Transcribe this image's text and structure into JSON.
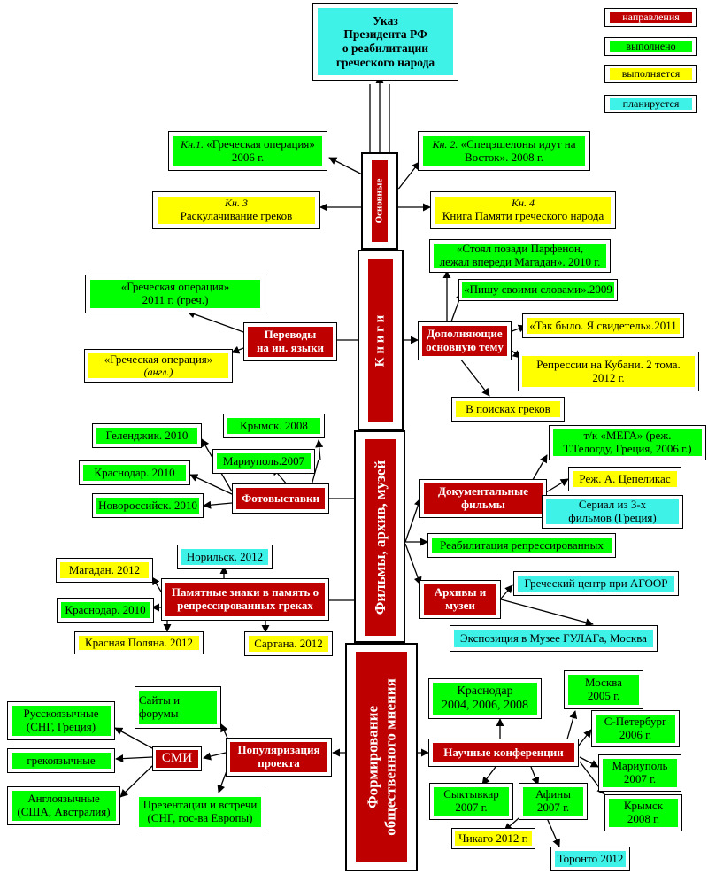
{
  "title": [
    "Указ",
    "Президента РФ",
    "о реабилитации",
    "греческого  народа"
  ],
  "legend": {
    "directions": "направления",
    "done": "выполнено",
    "in_progress": "выполняется",
    "planned": "планируется"
  },
  "colors": {
    "direction": "#bf0000",
    "done": "#00ff00",
    "in_progress": "#ffff00",
    "planned": "#3ff2e8"
  },
  "spine": {
    "basic": "Основные",
    "books": "К н и г и",
    "films": "Фильмы, архив, музей",
    "opinion": [
      "Формирование",
      "общественного мнения"
    ]
  },
  "books_main": {
    "kn1": {
      "num": "Кн.1.",
      "title": "«Греческая операция»",
      "year": "2006 г."
    },
    "kn2": {
      "num": "Кн. 2.",
      "title": "«Спецэшелоны идут на",
      "title2": "Восток». 2008 г."
    },
    "kn3": {
      "num": "Кн. 3",
      "title": "Раскулачивание греков"
    },
    "kn4": {
      "num": "Кн. 4",
      "title": "Книга Памяти греческого народа"
    }
  },
  "translations": {
    "label": [
      "Переводы",
      "на ин. языки"
    ],
    "greek": [
      "«Греческая операция»",
      "2011 г. (греч.)"
    ],
    "english": [
      "«Греческая операция»",
      "(англ.)"
    ]
  },
  "supplementary": {
    "label": [
      "Дополняющие",
      "основную тему"
    ],
    "items": [
      [
        "«Стоял позади Парфенон,",
        "лежал впереди Магадан». 2010 г."
      ],
      [
        "«Пишу своими словами».2009"
      ],
      [
        "«Так было. Я свидетель».2011"
      ],
      [
        "Репрессии на Кубани. 2 тома.",
        "2012 г."
      ],
      [
        "В поисках греков"
      ]
    ]
  },
  "photo": {
    "label": "Фотовыставки",
    "items": [
      "Геленджик. 2010",
      "Крымск. 2008",
      "Мариуполь.2007",
      "Краснодар. 2010",
      "Новороссийск. 2010"
    ]
  },
  "docfilms": {
    "label": [
      "Документальные",
      "фильмы"
    ],
    "items": [
      [
        "т/к «МЕГА» (реж.",
        "Т.Телогду, Греция, 2006 г.)"
      ],
      [
        "Реж. А. Цепеликас"
      ],
      [
        "Сериал из 3-х",
        "фильмов (Греция)"
      ]
    ],
    "rehab": "Реабилитация репрессированных"
  },
  "archives": {
    "label": [
      "Архивы и",
      "музеи"
    ],
    "items": [
      "Греческий центр при АГООР",
      "Экспозиция в Музее ГУЛАГа,  Москва"
    ]
  },
  "memorial": {
    "label": [
      "Памятные знаки в память о",
      "репрессированных греках"
    ],
    "items": [
      "Норильск. 2012",
      "Магадан. 2012",
      "Краснодар. 2010",
      "Красная Поляна. 2012",
      "Сартана. 2012"
    ]
  },
  "popularization": {
    "label": [
      "Популяризация",
      "проекта"
    ],
    "sites": [
      "Сайты и",
      "форумы"
    ],
    "presentations": [
      "Презентации и встречи",
      "(СНГ, гос-ва Европы)"
    ],
    "media": "СМИ",
    "media_items": [
      [
        "Русскоязычные",
        "(СНГ, Греция)"
      ],
      [
        "грекоязычные"
      ],
      [
        "Англоязычные",
        "(США, Австралия)"
      ]
    ]
  },
  "conferences": {
    "label": "Научные конференции",
    "items": [
      [
        "Краснодар",
        "2004, 2006, 2008"
      ],
      [
        "Москва",
        "2005 г."
      ],
      [
        "С-Петербург",
        "2006 г."
      ],
      [
        "Мариуполь",
        "2007 г."
      ],
      [
        "Крымск",
        "2008 г."
      ],
      [
        "Сыктывкар",
        "2007 г."
      ],
      [
        "Афины",
        "2007 г."
      ],
      [
        "Чикаго 2012 г."
      ],
      [
        "Торонто 2012"
      ]
    ]
  }
}
